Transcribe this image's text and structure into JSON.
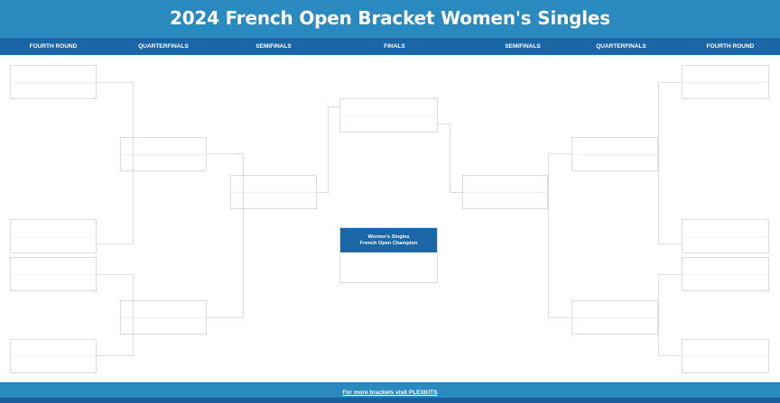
{
  "header": {
    "title": "2024 French Open Bracket Women's Singles"
  },
  "rounds": {
    "left": [
      "FOURTH ROUND",
      "QUARTERFINALS",
      "SEMIFINALS"
    ],
    "center": "FINALS",
    "right": [
      "SEMIFINALS",
      "QUARTERFINALS",
      "FOURTH ROUND"
    ]
  },
  "champion": {
    "line1": "Women's Singles",
    "line2": "French Open Champion",
    "value": ""
  },
  "bracket": {
    "left_fourth_round": [
      {
        "top": "",
        "bottom": ""
      },
      {
        "top": "",
        "bottom": ""
      },
      {
        "top": "",
        "bottom": ""
      },
      {
        "top": "",
        "bottom": ""
      }
    ],
    "left_quarterfinals": [
      {
        "top": "",
        "bottom": ""
      },
      {
        "top": "",
        "bottom": ""
      }
    ],
    "left_semifinal": {
      "top": "",
      "bottom": ""
    },
    "final": {
      "top": "",
      "bottom": ""
    },
    "right_semifinal": {
      "top": "",
      "bottom": ""
    },
    "right_quarterfinals": [
      {
        "top": "",
        "bottom": ""
      },
      {
        "top": "",
        "bottom": ""
      }
    ],
    "right_fourth_round": [
      {
        "top": "",
        "bottom": ""
      },
      {
        "top": "",
        "bottom": ""
      },
      {
        "top": "",
        "bottom": ""
      },
      {
        "top": "",
        "bottom": ""
      }
    ]
  },
  "footer": {
    "link_text": "For more brackets visit PLEXKITS"
  },
  "colors": {
    "title_bg": "#2a8ac0",
    "rounds_bg": "#1a66a6",
    "champion_head_bg": "#1a66a6",
    "slot_border": "#dcdcdc",
    "connector": "#dedede"
  }
}
